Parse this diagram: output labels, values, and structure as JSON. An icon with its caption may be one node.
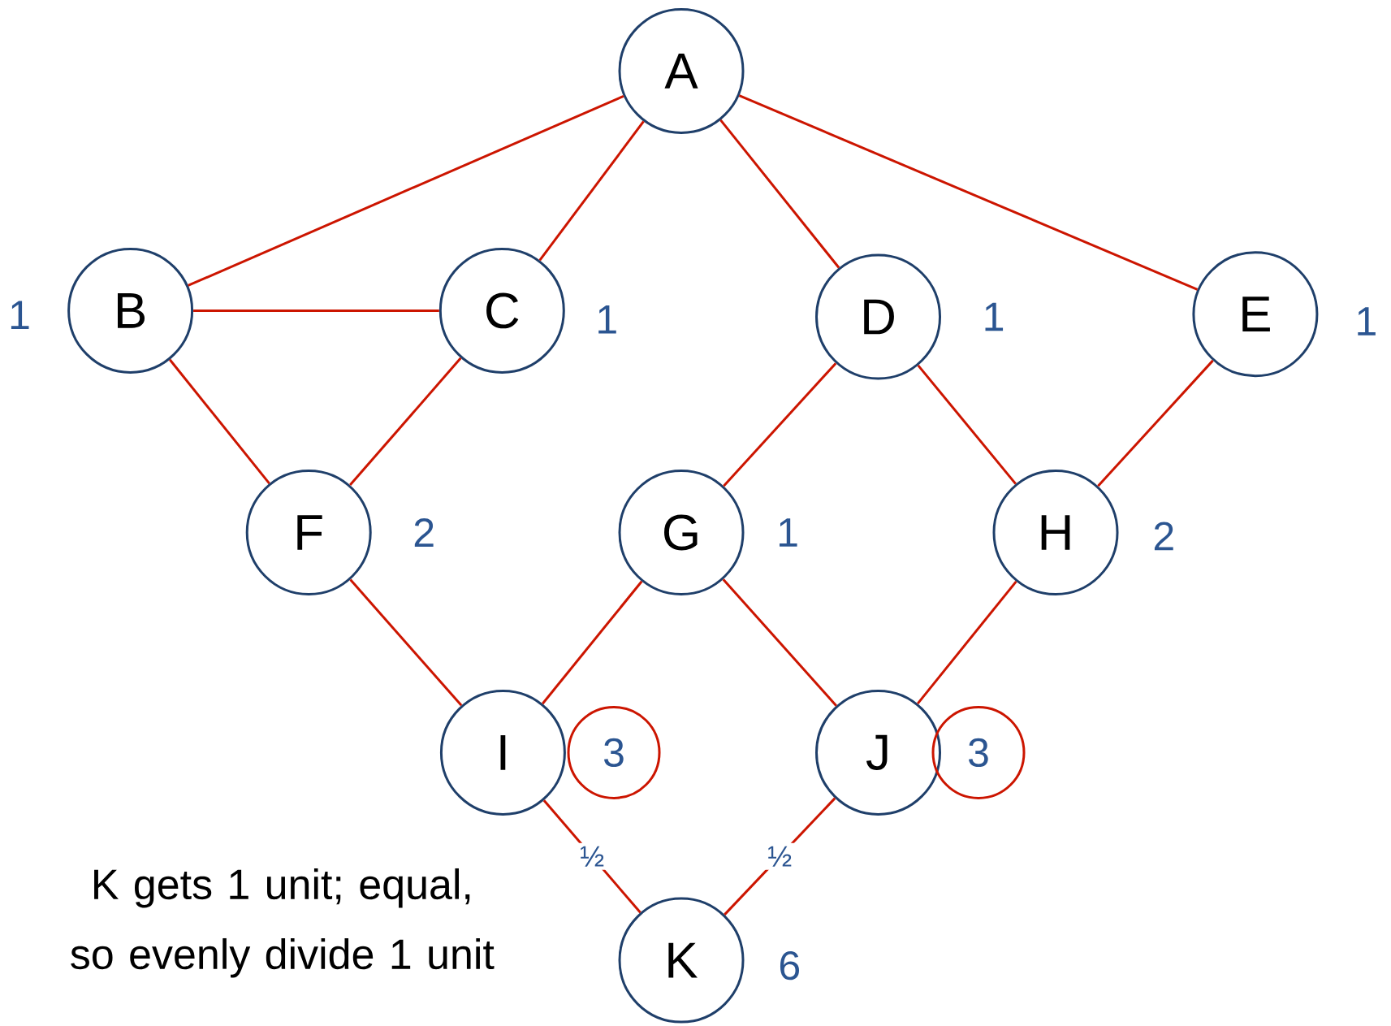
{
  "diagram": {
    "nodes": [
      {
        "text": [
          "A"
        ]
      },
      {
        "text": [
          "B"
        ],
        "beside": [
          "1"
        ]
      },
      {
        "text": [
          "C"
        ],
        "beside": [
          "1"
        ]
      },
      {
        "text": [
          "D"
        ],
        "beside": [
          "1"
        ]
      },
      {
        "text": [
          "E"
        ],
        "beside": [
          "1"
        ]
      },
      {
        "text": [
          "F"
        ],
        "beside": [
          "2"
        ]
      },
      {
        "text": [
          "G"
        ],
        "beside": [
          "1"
        ]
      },
      {
        "text": [
          "H"
        ],
        "beside": [
          "2"
        ]
      },
      {
        "text": [
          "I"
        ]
      },
      {
        "text": [
          "3"
        ]
      },
      {
        "text": [
          "J"
        ]
      },
      {
        "text": [
          "3"
        ]
      },
      {
        "text": [
          "K"
        ],
        "beside": [
          "6"
        ]
      }
    ],
    "edges": [
      {
        "from": 0,
        "to": 1,
        "arrow": "none"
      },
      {
        "from": 0,
        "to": 2,
        "arrow": "none"
      },
      {
        "from": 0,
        "to": 3,
        "arrow": "none"
      },
      {
        "from": 0,
        "to": 4,
        "arrow": "none"
      },
      {
        "from": 1,
        "to": 2,
        "arrow": "none"
      },
      {
        "from": 1,
        "to": 5,
        "arrow": "none"
      },
      {
        "from": 2,
        "to": 5,
        "arrow": "none"
      },
      {
        "from": 3,
        "to": 6,
        "arrow": "none"
      },
      {
        "from": 3,
        "to": 7,
        "arrow": "none"
      },
      {
        "from": 4,
        "to": 7,
        "arrow": "none"
      },
      {
        "from": 5,
        "to": 8,
        "arrow": "none"
      },
      {
        "from": 6,
        "to": 8,
        "arrow": "none"
      },
      {
        "from": 6,
        "to": 10,
        "arrow": "none"
      },
      {
        "from": 7,
        "to": 10,
        "arrow": "none"
      },
      {
        "from": 8,
        "to": 12,
        "arrow": "none",
        "label": "½"
      },
      {
        "from": 10,
        "to": 12,
        "arrow": "none",
        "label": "½"
      }
    ],
    "labels": [
      "K gets 1 unit; equal, so evenly divide 1 unit"
    ]
  }
}
